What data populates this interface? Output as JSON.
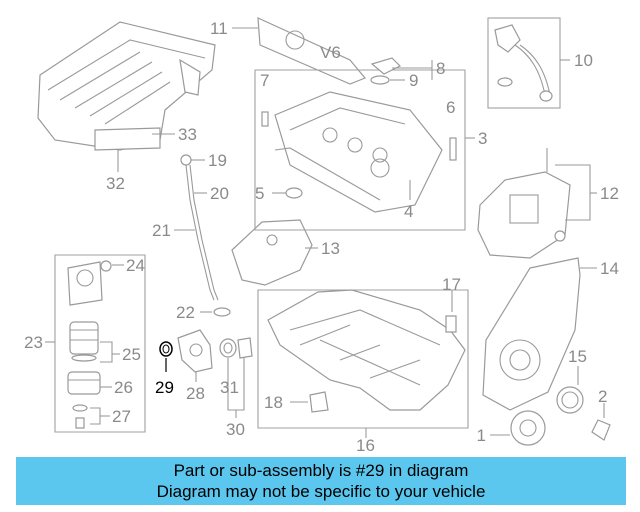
{
  "diagram": {
    "callouts": [
      "1",
      "2",
      "3",
      "4",
      "5",
      "6",
      "7",
      "8",
      "9",
      "10",
      "11",
      "12",
      "13",
      "14",
      "15",
      "16",
      "17",
      "18",
      "19",
      "20",
      "21",
      "22",
      "23",
      "24",
      "25",
      "26",
      "27",
      "28",
      "29",
      "30",
      "31",
      "32",
      "33"
    ],
    "highlighted_part": "29",
    "cover_text": "V6"
  },
  "banner": {
    "line1": "Part or sub-assembly is #29 in diagram",
    "line2": "Diagram may not be specific to your vehicle"
  },
  "colors": {
    "banner": "#5bc6ee",
    "line_art": "#9a9a9a",
    "callout_text": "#8a8a8a",
    "highlight_text": "#000000"
  }
}
